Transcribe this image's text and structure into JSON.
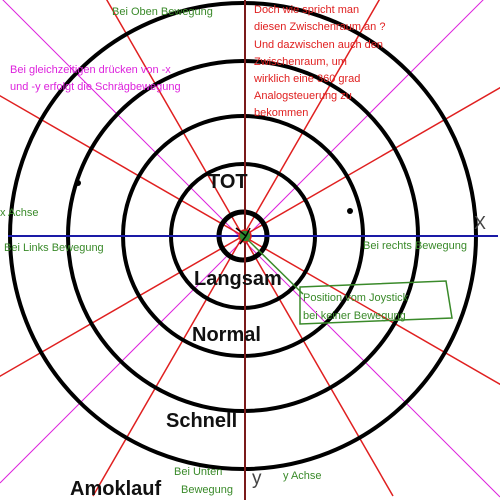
{
  "labels": {
    "top_movement": "Bei Oben Bewegung",
    "bottom_movement_line1": "Bei Unten",
    "bottom_movement_line2": "Bewegung",
    "left_movement": "Bei Links Bewegung",
    "right_movement": "Bei rechts Bewegung",
    "x_axis": "x Achse",
    "y_axis": "y Achse",
    "x_marker": "X",
    "y_marker": "y"
  },
  "diagonal_note": {
    "lines": [
      "Bei gleichzeitigen drücken von -x",
      "und -y erfolgt die Schrägbewegung"
    ]
  },
  "question_note": {
    "lines": [
      "Doch wie spricht man",
      "diesen Zwischenraum an ?",
      "Und dazwischen auch den",
      "Zwischenraum, um",
      "wirklich eine 360 grad",
      "Analogsteuerung zu",
      "bekommen"
    ]
  },
  "rest_position_note": {
    "lines": [
      "Position vom Joystick",
      "bei keiner Bewegung"
    ]
  },
  "zones": {
    "dead": "TOT",
    "slow": "Langsam",
    "normal": "Normal",
    "fast": "Schnell",
    "rampage": "Amoklauf"
  },
  "colors": {
    "rings": "#000000",
    "horizontal_axis": "#1a1aa6",
    "vertical_axis": "#7a1a1a",
    "sector_lines": "#e02020",
    "diagonal_lines": "#dd22dd",
    "green_box": "#3a8a2a",
    "center_dot": "#2e8b2e"
  }
}
